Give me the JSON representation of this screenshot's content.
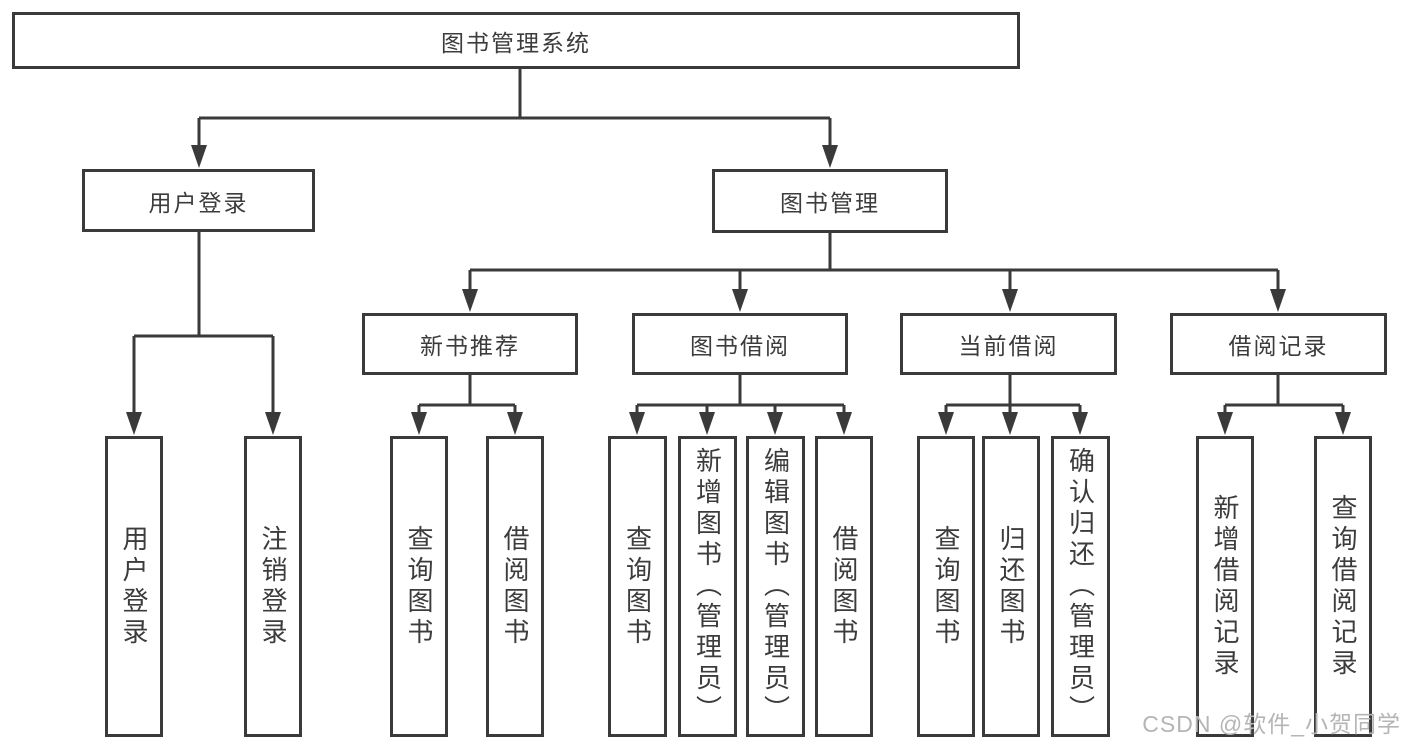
{
  "colors": {
    "line": "#3a3a3a",
    "text": "#3c3c3c",
    "watermark": "#b5b5b5",
    "background": "#ffffff"
  },
  "diagram": {
    "title": "图书管理系统",
    "user_login": {
      "label": "用户登录",
      "children": [
        "用户登录",
        "注销登录"
      ]
    },
    "book_mgmt": {
      "label": "图书管理",
      "sections": [
        {
          "label": "新书推荐",
          "children": [
            "查询图书",
            "借阅图书"
          ]
        },
        {
          "label": "图书借阅",
          "children": [
            "查询图书",
            "新增图书（管理员）",
            "编辑图书（管理员）",
            "借阅图书"
          ]
        },
        {
          "label": "当前借阅",
          "children": [
            "查询图书",
            "归还图书",
            "确认归还（管理员）"
          ]
        },
        {
          "label": "借阅记录",
          "children": [
            "新增借阅记录",
            "查询借阅记录"
          ]
        }
      ]
    }
  },
  "watermark": {
    "text": "CSDN @软件_小贺同学"
  }
}
